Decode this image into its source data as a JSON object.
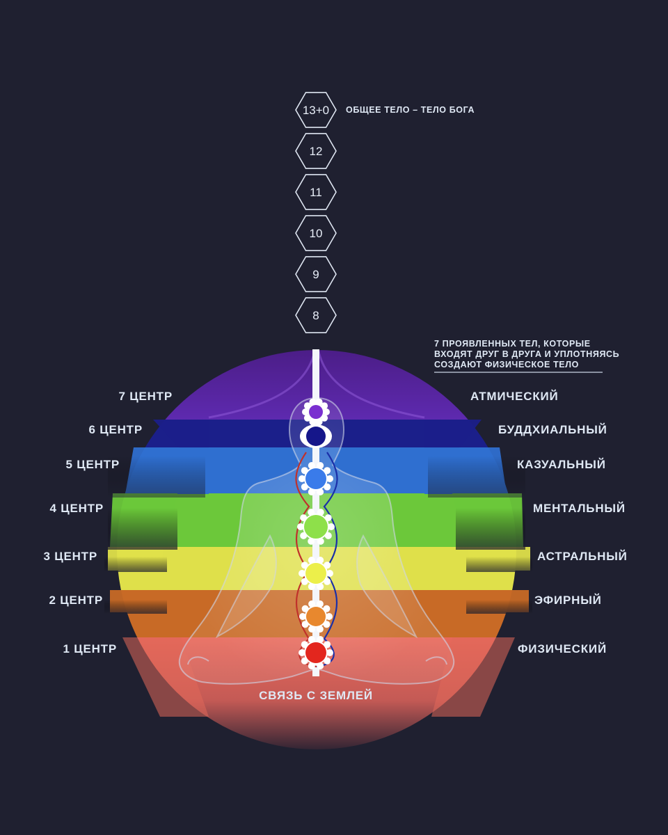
{
  "top_note": "ОБЩЕЕ ТЕЛО – ТЕЛО БОГА",
  "hexes": [
    "13+0",
    "12",
    "11",
    "10",
    "9",
    "8"
  ],
  "bodies_note": [
    "7 ПРОЯВЛЕННЫХ ТЕЛ, КОТОРЫЕ",
    "ВХОДЯТ ДРУГ В ДРУГА И УПЛОТНЯЯСЬ",
    "СОЗДАЮТ ФИЗИЧЕСКОЕ ТЕЛО"
  ],
  "bottom_label": "СВЯЗЬ С ЗЕМЛЕЙ",
  "levels": [
    {
      "center": "7 ЦЕНТР",
      "body": "АТМИЧЕСКИЙ",
      "color": "#5a2aa8"
    },
    {
      "center": "6 ЦЕНТР",
      "body": "БУДДХИАЛЬНЫЙ",
      "color": "#1b1f8a"
    },
    {
      "center": "5 ЦЕНТР",
      "body": "КАЗУАЛЬНЫЙ",
      "color": "#2f6fd0"
    },
    {
      "center": "4 ЦЕНТР",
      "body": "МЕНТАЛЬНЫЙ",
      "color": "#6cc83a"
    },
    {
      "center": "3 ЦЕНТР",
      "body": "АСТРАЛЬНЫЙ",
      "color": "#dfe04a"
    },
    {
      "center": "2 ЦЕНТР",
      "body": "ЭФИРНЫЙ",
      "color": "#c86a26"
    },
    {
      "center": "1 ЦЕНТР",
      "body": "ФИЗИЧЕСКИЙ",
      "color": "#e0685a"
    }
  ],
  "chakra_colors": [
    "#7a2fd0",
    "#15168a",
    "#3a7bea",
    "#8ee04a",
    "#ecef4a",
    "#e8882e",
    "#e3261e"
  ],
  "background": "#1f2030"
}
